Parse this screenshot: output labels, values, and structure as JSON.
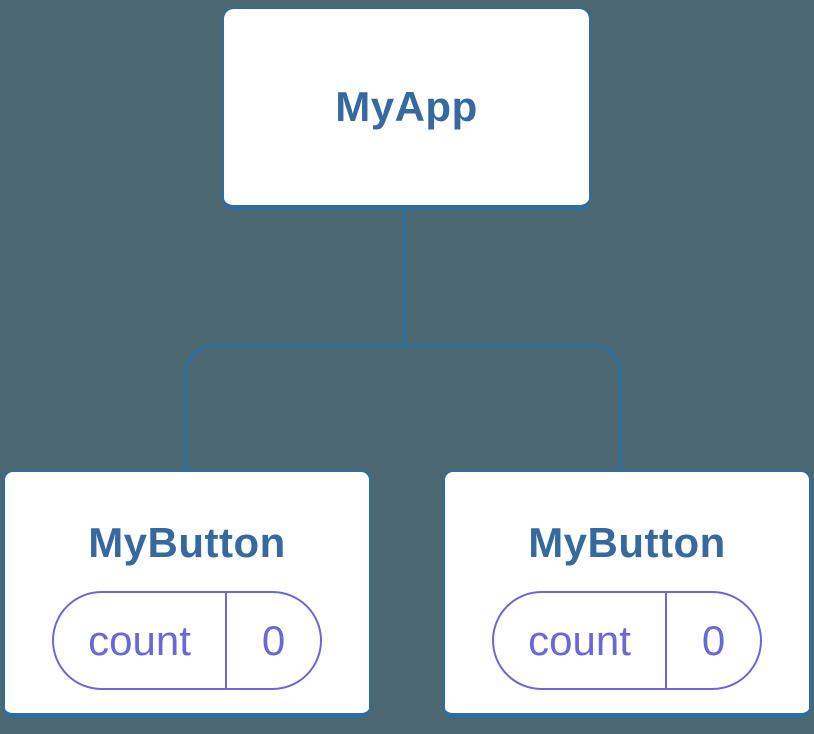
{
  "colors": {
    "bg": "#4b6771",
    "box-fill": "#ffffff",
    "box-border": "#2e6e9e",
    "title": "#35699f",
    "accent": "#6b67d8",
    "connector": "#2e6e9e"
  },
  "tree": {
    "root": {
      "label": "MyApp"
    },
    "children": [
      {
        "label": "MyButton",
        "state": {
          "key": "count",
          "value": "0"
        }
      },
      {
        "label": "MyButton",
        "state": {
          "key": "count",
          "value": "0"
        }
      }
    ]
  }
}
